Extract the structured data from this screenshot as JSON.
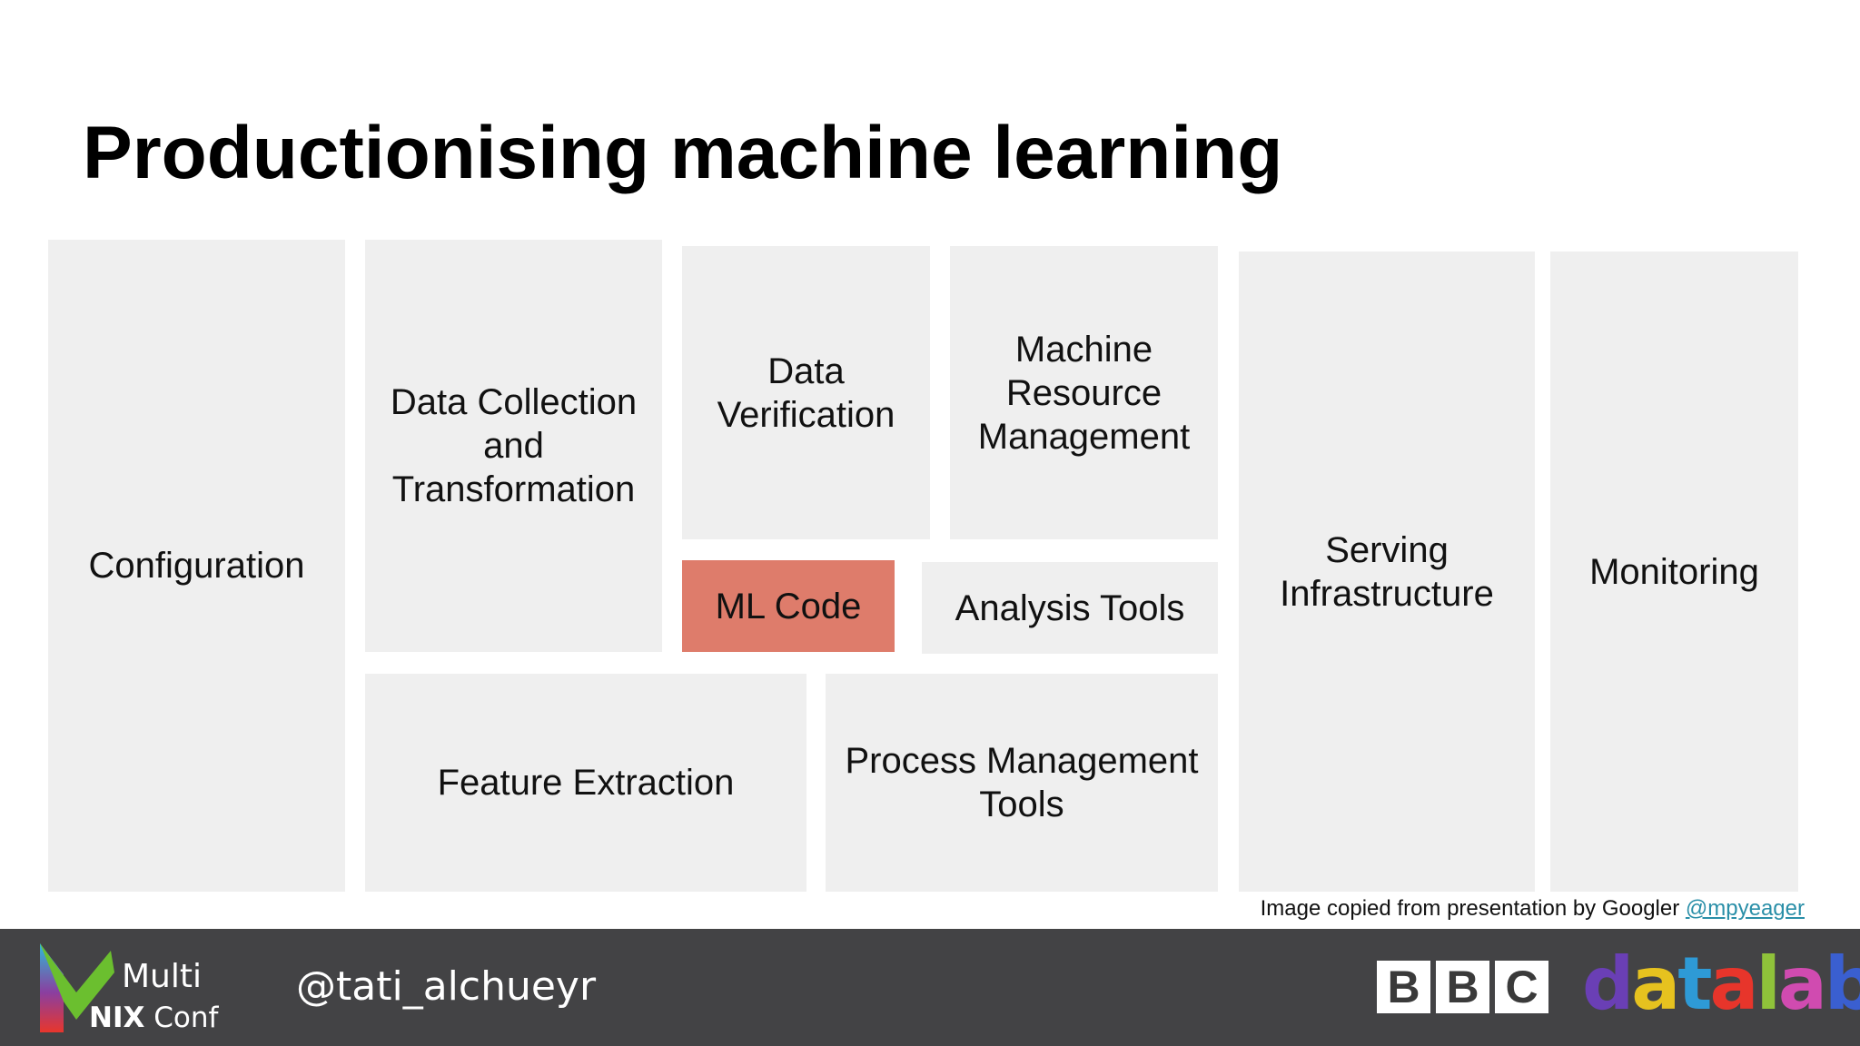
{
  "slide": {
    "title": "Productionising machine learning",
    "boxes": {
      "configuration": "Configuration",
      "data_collection": "Data Collection\nand\nTransformation",
      "data_verification": "Data\nVerification",
      "machine_resource": "Machine\nResource\nManagement",
      "ml_code": "ML Code",
      "analysis_tools": "Analysis Tools",
      "feature_extraction": "Feature Extraction",
      "process_management": "Process Management\nTools",
      "serving_infrastructure": "Serving\nInfrastructure",
      "monitoring": "Monitoring"
    },
    "credit_text": "Image copied from presentation by Googler",
    "credit_link": "@mpyeager"
  },
  "footer": {
    "conf_multi": "Multi",
    "conf_nix": "NIX",
    "conf_conf": "Conf",
    "handle": "@tati_alchueyr",
    "bbc_letters": [
      "B",
      "B",
      "C"
    ],
    "datalab": "datalab"
  },
  "colors": {
    "box": "#efefef",
    "highlight": "#de7c6b",
    "footer": "#434345",
    "link": "#2a8fa8"
  }
}
